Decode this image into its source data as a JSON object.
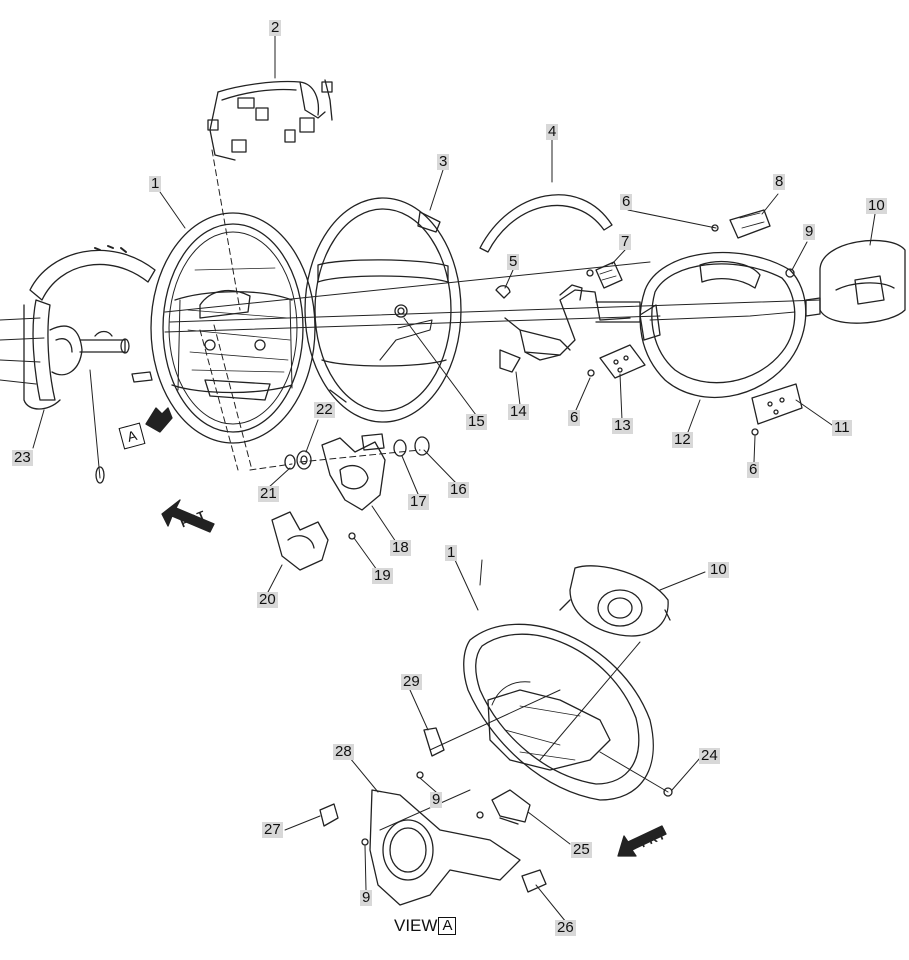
{
  "callouts": {
    "c1_upper": "1",
    "c2": "2",
    "c3": "3",
    "c4": "4",
    "c5": "5",
    "c6_top": "6",
    "c6_mid": "6",
    "c6_bottom": "6",
    "c7": "7",
    "c8": "8",
    "c9_upper": "9",
    "c10_upper": "10",
    "c11": "11",
    "c12": "12",
    "c13": "13",
    "c14": "14",
    "c15": "15",
    "c16": "16",
    "c17": "17",
    "c18": "18",
    "c19": "19",
    "c20": "20",
    "c21": "21",
    "c22": "22",
    "c23": "23",
    "c1_lower": "1",
    "c10_lower": "10",
    "c24": "24",
    "c25": "25",
    "c26": "26",
    "c27": "27",
    "c28": "28",
    "c29": "29",
    "c9_lower_a": "9",
    "c9_lower_b": "9"
  },
  "view_marker": "A",
  "view_caption": {
    "prefix": "VIEW",
    "letter": "A"
  },
  "frt_arrows": {
    "upper": "FRT",
    "lower": "FRT"
  },
  "colors": {
    "line": "#222222",
    "callout_bg": "#d8d8d8",
    "background": "#ffffff"
  }
}
